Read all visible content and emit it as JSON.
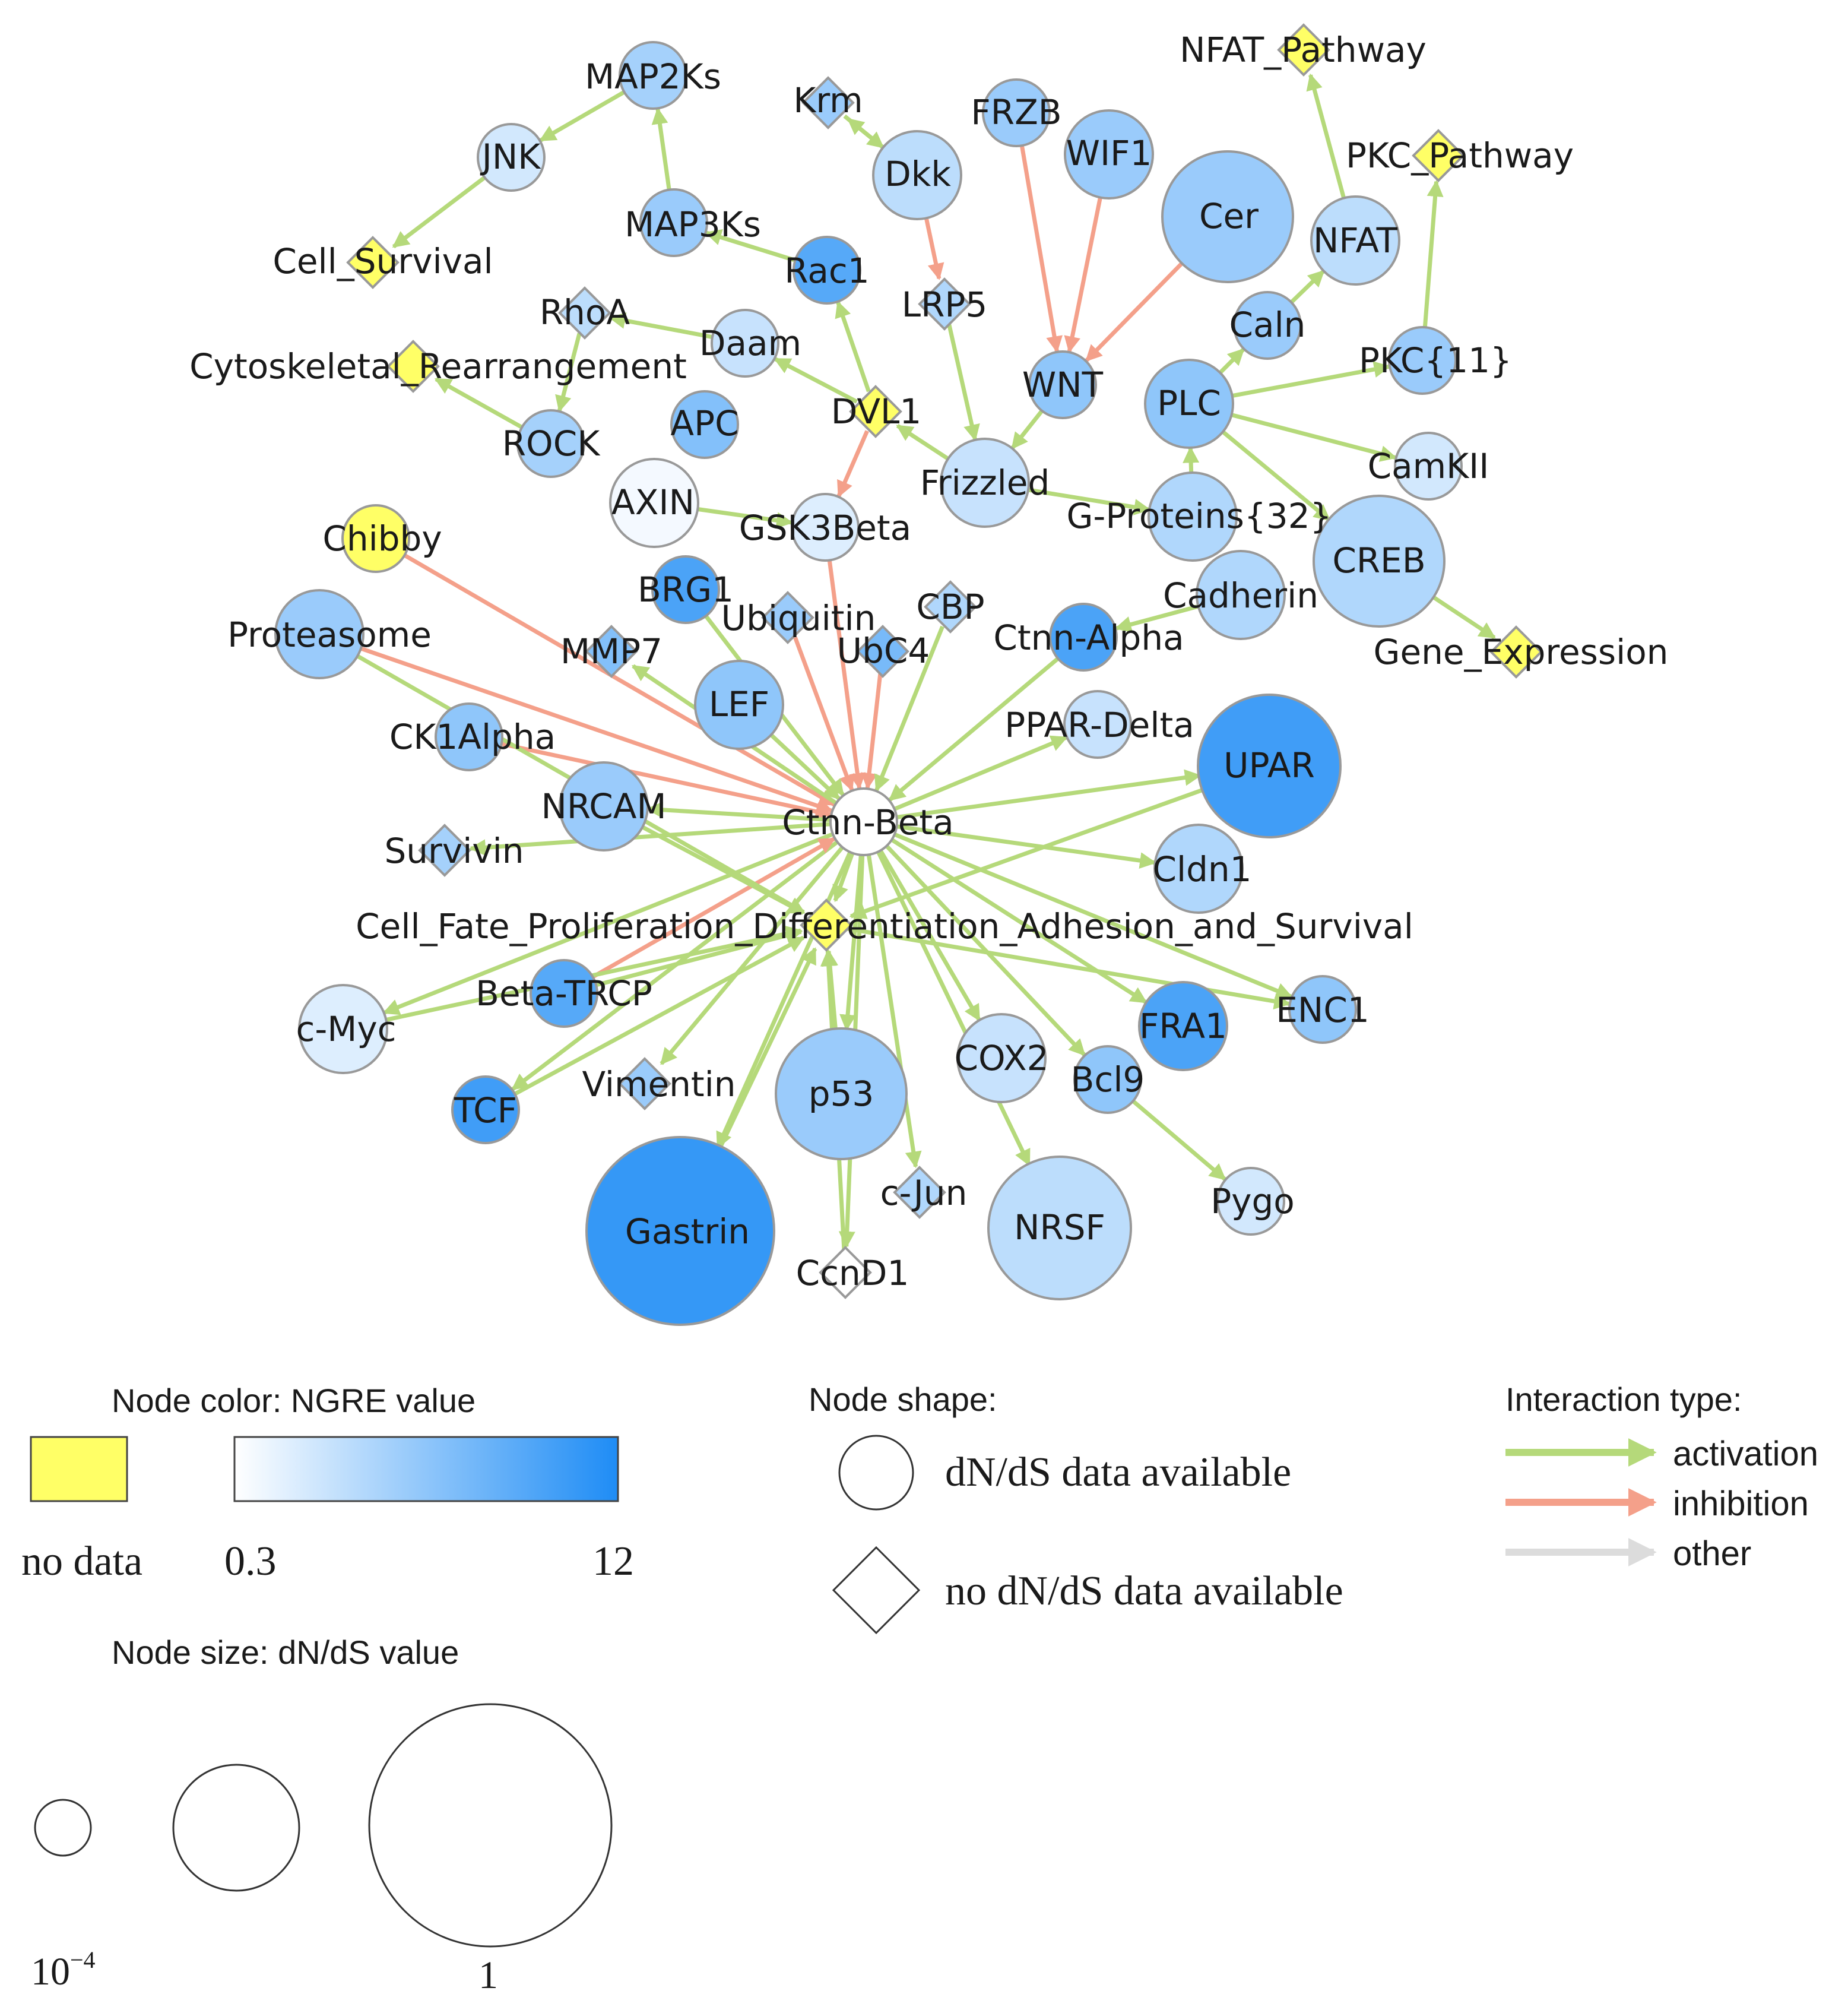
{
  "colors": {
    "activation": "#b5d97a",
    "inhibition": "#f4a08a",
    "other": "#dcdcdc",
    "no_data": "#ffff66",
    "node_stroke": "#999999",
    "ngre_low": "#ffffff",
    "ngre_high": "#1e8cf5"
  },
  "nodes": [
    {
      "id": "MAP2Ks",
      "label": "MAP2Ks",
      "shape": "circle",
      "size": "s",
      "ngre": 0.4
    },
    {
      "id": "JNK",
      "label": "JNK",
      "shape": "circle",
      "size": "s",
      "ngre": 0.2
    },
    {
      "id": "Cell_Survival",
      "label": "Cell_Survival",
      "shape": "diamond",
      "ngre": null
    },
    {
      "id": "MAP3Ks",
      "label": "MAP3Ks",
      "shape": "circle",
      "size": "s",
      "ngre": 0.45
    },
    {
      "id": "Krm",
      "label": "Krm",
      "shape": "diamond",
      "ngre": 0.45
    },
    {
      "id": "Dkk",
      "label": "Dkk",
      "shape": "circle",
      "size": "m",
      "ngre": 0.3
    },
    {
      "id": "FRZB",
      "label": "FRZB",
      "shape": "circle",
      "size": "s",
      "ngre": 0.45
    },
    {
      "id": "WIF1",
      "label": "WIF1",
      "shape": "circle",
      "size": "m",
      "ngre": 0.45
    },
    {
      "id": "NFAT_Pathway",
      "label": "NFAT_Pathway",
      "shape": "diamond",
      "ngre": null
    },
    {
      "id": "PKC_Pathway",
      "label": "PKC_Pathway",
      "shape": "diamond",
      "ngre": null
    },
    {
      "id": "Cer",
      "label": "Cer",
      "shape": "circle",
      "size": "l",
      "ngre": 0.45
    },
    {
      "id": "NFAT",
      "label": "NFAT",
      "shape": "circle",
      "size": "m",
      "ngre": 0.3
    },
    {
      "id": "Rac1",
      "label": "Rac1",
      "shape": "circle",
      "size": "s",
      "ngre": 0.75
    },
    {
      "id": "LRP5",
      "label": "LRP5",
      "shape": "diamond",
      "ngre": 0.35
    },
    {
      "id": "RhoA",
      "label": "RhoA",
      "shape": "diamond",
      "ngre": 0.3
    },
    {
      "id": "Daam",
      "label": "Daam",
      "shape": "circle",
      "size": "s",
      "ngre": 0.25
    },
    {
      "id": "Cytoskeletal_Rearrangement",
      "label": "Cytoskeletal_Rearrangement",
      "shape": "diamond",
      "ngre": null
    },
    {
      "id": "Caln",
      "label": "Caln",
      "shape": "circle",
      "size": "s",
      "ngre": 0.45
    },
    {
      "id": "PKC11",
      "label": "PKC{11}",
      "shape": "circle",
      "size": "s",
      "ngre": 0.45
    },
    {
      "id": "WNT",
      "label": "WNT",
      "shape": "circle",
      "size": "s",
      "ngre": 0.5
    },
    {
      "id": "PLC",
      "label": "PLC",
      "shape": "circle",
      "size": "m",
      "ngre": 0.5
    },
    {
      "id": "APC",
      "label": "APC",
      "shape": "circle",
      "size": "s",
      "ngre": 0.55
    },
    {
      "id": "DVL1",
      "label": "DVL1",
      "shape": "diamond",
      "ngre": null
    },
    {
      "id": "ROCK",
      "label": "ROCK",
      "shape": "circle",
      "size": "s",
      "ngre": 0.4
    },
    {
      "id": "CamKII",
      "label": "CamKII",
      "shape": "circle",
      "size": "s",
      "ngre": 0.2
    },
    {
      "id": "AXIN",
      "label": "AXIN",
      "shape": "circle",
      "size": "m",
      "ngre": 0.05
    },
    {
      "id": "Frizzled",
      "label": "Frizzled",
      "shape": "circle",
      "size": "m",
      "ngre": 0.25
    },
    {
      "id": "G_Proteins",
      "label": "G-Proteins{32}",
      "shape": "circle",
      "size": "m",
      "ngre": 0.35
    },
    {
      "id": "GSK3Beta",
      "label": "GSK3Beta",
      "shape": "circle",
      "size": "s",
      "ngre": 0.15
    },
    {
      "id": "Chibby",
      "label": "Chibby",
      "shape": "circle",
      "size": "s",
      "ngre": null
    },
    {
      "id": "CREB",
      "label": "CREB",
      "shape": "circle",
      "size": "l",
      "ngre": 0.35
    },
    {
      "id": "BRG1",
      "label": "BRG1",
      "shape": "circle",
      "size": "s",
      "ngre": 0.8
    },
    {
      "id": "Ubiquitin",
      "label": "Ubiquitin",
      "shape": "diamond",
      "ngre": 0.45
    },
    {
      "id": "CBP",
      "label": "CBP",
      "shape": "diamond",
      "ngre": 0.35
    },
    {
      "id": "Cadherin",
      "label": "Cadherin",
      "shape": "circle",
      "size": "m",
      "ngre": 0.35
    },
    {
      "id": "Proteasome",
      "label": "Proteasome",
      "shape": "circle",
      "size": "m",
      "ngre": 0.45
    },
    {
      "id": "MMP7",
      "label": "MMP7",
      "shape": "diamond",
      "ngre": 0.55
    },
    {
      "id": "UbC4",
      "label": "UbC4",
      "shape": "diamond",
      "ngre": 0.6
    },
    {
      "id": "Ctnn_Alpha",
      "label": "Ctnn-Alpha",
      "shape": "circle",
      "size": "s",
      "ngre": 0.8
    },
    {
      "id": "Gene_Expression",
      "label": "Gene_Expression",
      "shape": "diamond",
      "ngre": null
    },
    {
      "id": "LEF",
      "label": "LEF",
      "shape": "circle",
      "size": "m",
      "ngre": 0.5
    },
    {
      "id": "CK1Alpha",
      "label": "CK1Alpha",
      "shape": "circle",
      "size": "s",
      "ngre": 0.5
    },
    {
      "id": "PPAR_Delta",
      "label": "PPAR-Delta",
      "shape": "circle",
      "size": "s",
      "ngre": 0.25
    },
    {
      "id": "UPAR",
      "label": "UPAR",
      "shape": "circle",
      "size": "xl",
      "ngre": 0.85
    },
    {
      "id": "NRCAM",
      "label": "NRCAM",
      "shape": "circle",
      "size": "m",
      "ngre": 0.45
    },
    {
      "id": "Ctnn_Beta",
      "label": "Ctnn-Beta",
      "shape": "circle",
      "size": "s",
      "ngre": 0.0
    },
    {
      "id": "Survivin",
      "label": "Survivin",
      "shape": "diamond",
      "ngre": 0.4
    },
    {
      "id": "Cldn1",
      "label": "Cldn1",
      "shape": "circle",
      "size": "m",
      "ngre": 0.35
    },
    {
      "id": "Cell_Fate",
      "label": "Cell_Fate_Proliferation_Differentiation_Adhesion_and_Survival",
      "shape": "diamond",
      "ngre": null
    },
    {
      "id": "Beta_TRCP",
      "label": "Beta-TRCP",
      "shape": "circle",
      "size": "s",
      "ngre": 0.75
    },
    {
      "id": "c_Myc",
      "label": "c-Myc",
      "shape": "circle",
      "size": "m",
      "ngre": 0.15
    },
    {
      "id": "FRA1",
      "label": "FRA1",
      "shape": "circle",
      "size": "m",
      "ngre": 0.8
    },
    {
      "id": "ENC1",
      "label": "ENC1",
      "shape": "circle",
      "size": "s",
      "ngre": 0.5
    },
    {
      "id": "COX2",
      "label": "COX2",
      "shape": "circle",
      "size": "m",
      "ngre": 0.25
    },
    {
      "id": "Bcl9",
      "label": "Bcl9",
      "shape": "circle",
      "size": "s",
      "ngre": 0.5
    },
    {
      "id": "Vimentin",
      "label": "Vimentin",
      "shape": "diamond",
      "ngre": 0.45
    },
    {
      "id": "TCF",
      "label": "TCF",
      "shape": "circle",
      "size": "s",
      "ngre": 0.85
    },
    {
      "id": "p53",
      "label": "p53",
      "shape": "circle",
      "size": "l",
      "ngre": 0.45
    },
    {
      "id": "Pygo",
      "label": "Pygo",
      "shape": "circle",
      "size": "s",
      "ngre": 0.2
    },
    {
      "id": "c_Jun",
      "label": "c-Jun",
      "shape": "diamond",
      "ngre": 0.35
    },
    {
      "id": "Gastrin",
      "label": "Gastrin",
      "shape": "circle",
      "size": "xxl",
      "ngre": 0.9
    },
    {
      "id": "NRSF",
      "label": "NRSF",
      "shape": "circle",
      "size": "xl",
      "ngre": 0.3
    },
    {
      "id": "CcnD1",
      "label": "CcnD1",
      "shape": "diamond",
      "ngre": 0.0
    }
  ],
  "edges": [
    {
      "from": "JNK",
      "to": "Cell_Survival",
      "type": "activation"
    },
    {
      "from": "MAP2Ks",
      "to": "JNK",
      "type": "activation"
    },
    {
      "from": "MAP3Ks",
      "to": "MAP2Ks",
      "type": "activation"
    },
    {
      "from": "Rac1",
      "to": "MAP3Ks",
      "type": "activation"
    },
    {
      "from": "Dkk",
      "to": "Krm",
      "type": "activation"
    },
    {
      "from": "Krm",
      "to": "Dkk",
      "type": "activation"
    },
    {
      "from": "Dkk",
      "to": "LRP5",
      "type": "inhibition"
    },
    {
      "from": "FRZB",
      "to": "WNT",
      "type": "inhibition"
    },
    {
      "from": "WIF1",
      "to": "WNT",
      "type": "inhibition"
    },
    {
      "from": "Cer",
      "to": "WNT",
      "type": "inhibition"
    },
    {
      "from": "NFAT",
      "to": "NFAT_Pathway",
      "type": "activation"
    },
    {
      "from": "PKC11",
      "to": "PKC_Pathway",
      "type": "activation"
    },
    {
      "from": "Caln",
      "to": "NFAT",
      "type": "activation"
    },
    {
      "from": "PLC",
      "to": "Caln",
      "type": "activation"
    },
    {
      "from": "PLC",
      "to": "PKC11",
      "type": "activation"
    },
    {
      "from": "PLC",
      "to": "CamKII",
      "type": "activation"
    },
    {
      "from": "PLC",
      "to": "CREB",
      "type": "activation"
    },
    {
      "from": "G_Proteins",
      "to": "PLC",
      "type": "activation"
    },
    {
      "from": "Frizzled",
      "to": "G_Proteins",
      "type": "activation"
    },
    {
      "from": "WNT",
      "to": "Frizzled",
      "type": "activation"
    },
    {
      "from": "LRP5",
      "to": "Frizzled",
      "type": "activation"
    },
    {
      "from": "DVL1",
      "to": "Rac1",
      "type": "activation"
    },
    {
      "from": "DVL1",
      "to": "Daam",
      "type": "activation"
    },
    {
      "from": "Daam",
      "to": "RhoA",
      "type": "activation"
    },
    {
      "from": "RhoA",
      "to": "ROCK",
      "type": "activation"
    },
    {
      "from": "ROCK",
      "to": "Cytoskeletal_Rearrangement",
      "type": "activation"
    },
    {
      "from": "Frizzled",
      "to": "DVL1",
      "type": "activation"
    },
    {
      "from": "DVL1",
      "to": "GSK3Beta",
      "type": "inhibition"
    },
    {
      "from": "AXIN",
      "to": "GSK3Beta",
      "type": "activation"
    },
    {
      "from": "CREB",
      "to": "Gene_Expression",
      "type": "activation"
    },
    {
      "from": "Cadherin",
      "to": "Ctnn_Alpha",
      "type": "activation"
    },
    {
      "from": "GSK3Beta",
      "to": "Ctnn_Beta",
      "type": "inhibition"
    },
    {
      "from": "Chibby",
      "to": "Ctnn_Beta",
      "type": "inhibition"
    },
    {
      "from": "Proteasome",
      "to": "Ctnn_Beta",
      "type": "inhibition"
    },
    {
      "from": "CK1Alpha",
      "to": "Ctnn_Beta",
      "type": "inhibition"
    },
    {
      "from": "Ubiquitin",
      "to": "Ctnn_Beta",
      "type": "inhibition"
    },
    {
      "from": "UbC4",
      "to": "Ctnn_Beta",
      "type": "inhibition"
    },
    {
      "from": "BRG1",
      "to": "Ctnn_Beta",
      "type": "activation"
    },
    {
      "from": "CBP",
      "to": "Ctnn_Beta",
      "type": "activation"
    },
    {
      "from": "Ctnn_Alpha",
      "to": "Ctnn_Beta",
      "type": "activation"
    },
    {
      "from": "LEF",
      "to": "Ctnn_Beta",
      "type": "activation"
    },
    {
      "from": "Ctnn_Beta",
      "to": "MMP7",
      "type": "activation"
    },
    {
      "from": "Ctnn_Beta",
      "to": "PPAR_Delta",
      "type": "activation"
    },
    {
      "from": "Ctnn_Beta",
      "to": "UPAR",
      "type": "activation"
    },
    {
      "from": "Ctnn_Beta",
      "to": "NRCAM",
      "type": "activation"
    },
    {
      "from": "Ctnn_Beta",
      "to": "Survivin",
      "type": "activation"
    },
    {
      "from": "Ctnn_Beta",
      "to": "Cldn1",
      "type": "activation"
    },
    {
      "from": "Ctnn_Beta",
      "to": "Cell_Fate",
      "type": "activation"
    },
    {
      "from": "Ctnn_Beta",
      "to": "c_Myc",
      "type": "activation"
    },
    {
      "from": "Ctnn_Beta",
      "to": "FRA1",
      "type": "activation"
    },
    {
      "from": "Ctnn_Beta",
      "to": "ENC1",
      "type": "activation"
    },
    {
      "from": "Ctnn_Beta",
      "to": "COX2",
      "type": "activation"
    },
    {
      "from": "Ctnn_Beta",
      "to": "Bcl9",
      "type": "activation"
    },
    {
      "from": "Ctnn_Beta",
      "to": "Vimentin",
      "type": "activation"
    },
    {
      "from": "Ctnn_Beta",
      "to": "TCF",
      "type": "activation"
    },
    {
      "from": "Ctnn_Beta",
      "to": "p53",
      "type": "activation"
    },
    {
      "from": "Ctnn_Beta",
      "to": "c_Jun",
      "type": "activation"
    },
    {
      "from": "Ctnn_Beta",
      "to": "NRSF",
      "type": "activation"
    },
    {
      "from": "Ctnn_Beta",
      "to": "CcnD1",
      "type": "activation"
    },
    {
      "from": "Ctnn_Beta",
      "to": "Gastrin",
      "type": "activation"
    },
    {
      "from": "Beta_TRCP",
      "to": "Ctnn_Beta",
      "type": "inhibition"
    },
    {
      "from": "c_Myc",
      "to": "Cell_Fate",
      "type": "activation"
    },
    {
      "from": "Beta_TRCP",
      "to": "Cell_Fate",
      "type": "activation"
    },
    {
      "from": "TCF",
      "to": "Cell_Fate",
      "type": "activation"
    },
    {
      "from": "Gastrin",
      "to": "Cell_Fate",
      "type": "activation"
    },
    {
      "from": "p53",
      "to": "Cell_Fate",
      "type": "activation"
    },
    {
      "from": "CcnD1",
      "to": "Cell_Fate",
      "type": "activation"
    },
    {
      "from": "UPAR",
      "to": "Cell_Fate",
      "type": "activation"
    },
    {
      "from": "Cell_Fate",
      "to": "ENC1",
      "type": "activation"
    },
    {
      "from": "Bcl9",
      "to": "Pygo",
      "type": "activation"
    },
    {
      "from": "Proteasome",
      "to": "Cell_Fate",
      "type": "activation"
    },
    {
      "from": "NRCAM",
      "to": "Cell_Fate",
      "type": "activation"
    }
  ],
  "legend": {
    "color_title": "Node color: NGRE value",
    "no_data": "no data",
    "scale_min": "0.3",
    "scale_max": "12",
    "shape_title": "Node shape:",
    "shape_circle": "dN/dS data available",
    "shape_diamond": "no dN/dS data available",
    "size_title": "Node size: dN/dS value",
    "size_min": "10",
    "size_min_exp": "−4",
    "size_max": "1",
    "interaction_title": "Interaction type:",
    "interactions": [
      "activation",
      "inhibition",
      "other"
    ]
  }
}
